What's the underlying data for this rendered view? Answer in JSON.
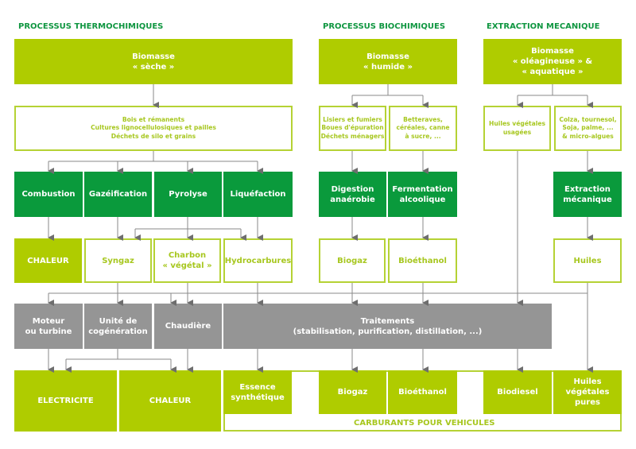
{
  "headings": {
    "thermo": "PROCESSUS THERMOCHIMIQUES",
    "bio": "PROCESSUS BIOCHIMIQUES",
    "meca": "EXTRACTION MECANIQUE"
  },
  "sources": {
    "seche": "Biomasse\n« sèche »",
    "humide": "Biomasse\n« humide »",
    "oleagineuse": "Biomasse\n« oléagineuse » &\n« aquatique »"
  },
  "feedstocks": {
    "seche": "Bois et rémanents\nCultures lignocellulosiques et pailles\nDéchets de silo et grains",
    "lisiers": "Lisiers et fumiers\nBoues d'épuration\nDéchets ménagers",
    "betteraves": "Betteraves,\ncéréales, canne\nà sucre, ...",
    "huiles_usagees": "Huiles végétales\nusagées",
    "colza": "Colza, tournesol,\nSoja, palme, ...\n& micro-algues"
  },
  "processes": {
    "combustion": "Combustion",
    "gazeification": "Gazéification",
    "pyrolyse": "Pyrolyse",
    "liquefaction": "Liquéfaction",
    "digestion": "Digestion\nanaérobie",
    "fermentation": "Fermentation\nalcoolique",
    "extraction": "Extraction\nmécanique"
  },
  "intermediates": {
    "chaleur": "CHALEUR",
    "syngaz": "Syngaz",
    "charbon": "Charbon\n« végétal »",
    "hydrocarbures": "Hydrocarbures",
    "biogaz": "Biogaz",
    "bioethanol": "Bioéthanol",
    "huiles": "Huiles"
  },
  "conversions": {
    "moteur": "Moteur\nou turbine",
    "cogeneration": "Unité de\ncogénération",
    "chaudiere": "Chaudière",
    "traitements": "Traitements\n(stabilisation, purification, distillation, ...)"
  },
  "finals": {
    "electricite": "ELECTRICITE",
    "chaleur": "CHALEUR",
    "essence": "Essence\nsynthétique",
    "biogaz": "Biogaz",
    "bioethanol": "Bioéthanol",
    "biodiesel": "Biodiesel",
    "huiles_pures": "Huiles\nvégétales\npures",
    "carburants_label": "CARBURANTS POUR VEHICULES"
  },
  "colors": {
    "lime": "#afcc00",
    "dark_green": "#0a9a3c",
    "gray": "#959595",
    "heading_green": "#0f9640",
    "outline_text": "#a7c71f",
    "arrow": "#707070"
  }
}
